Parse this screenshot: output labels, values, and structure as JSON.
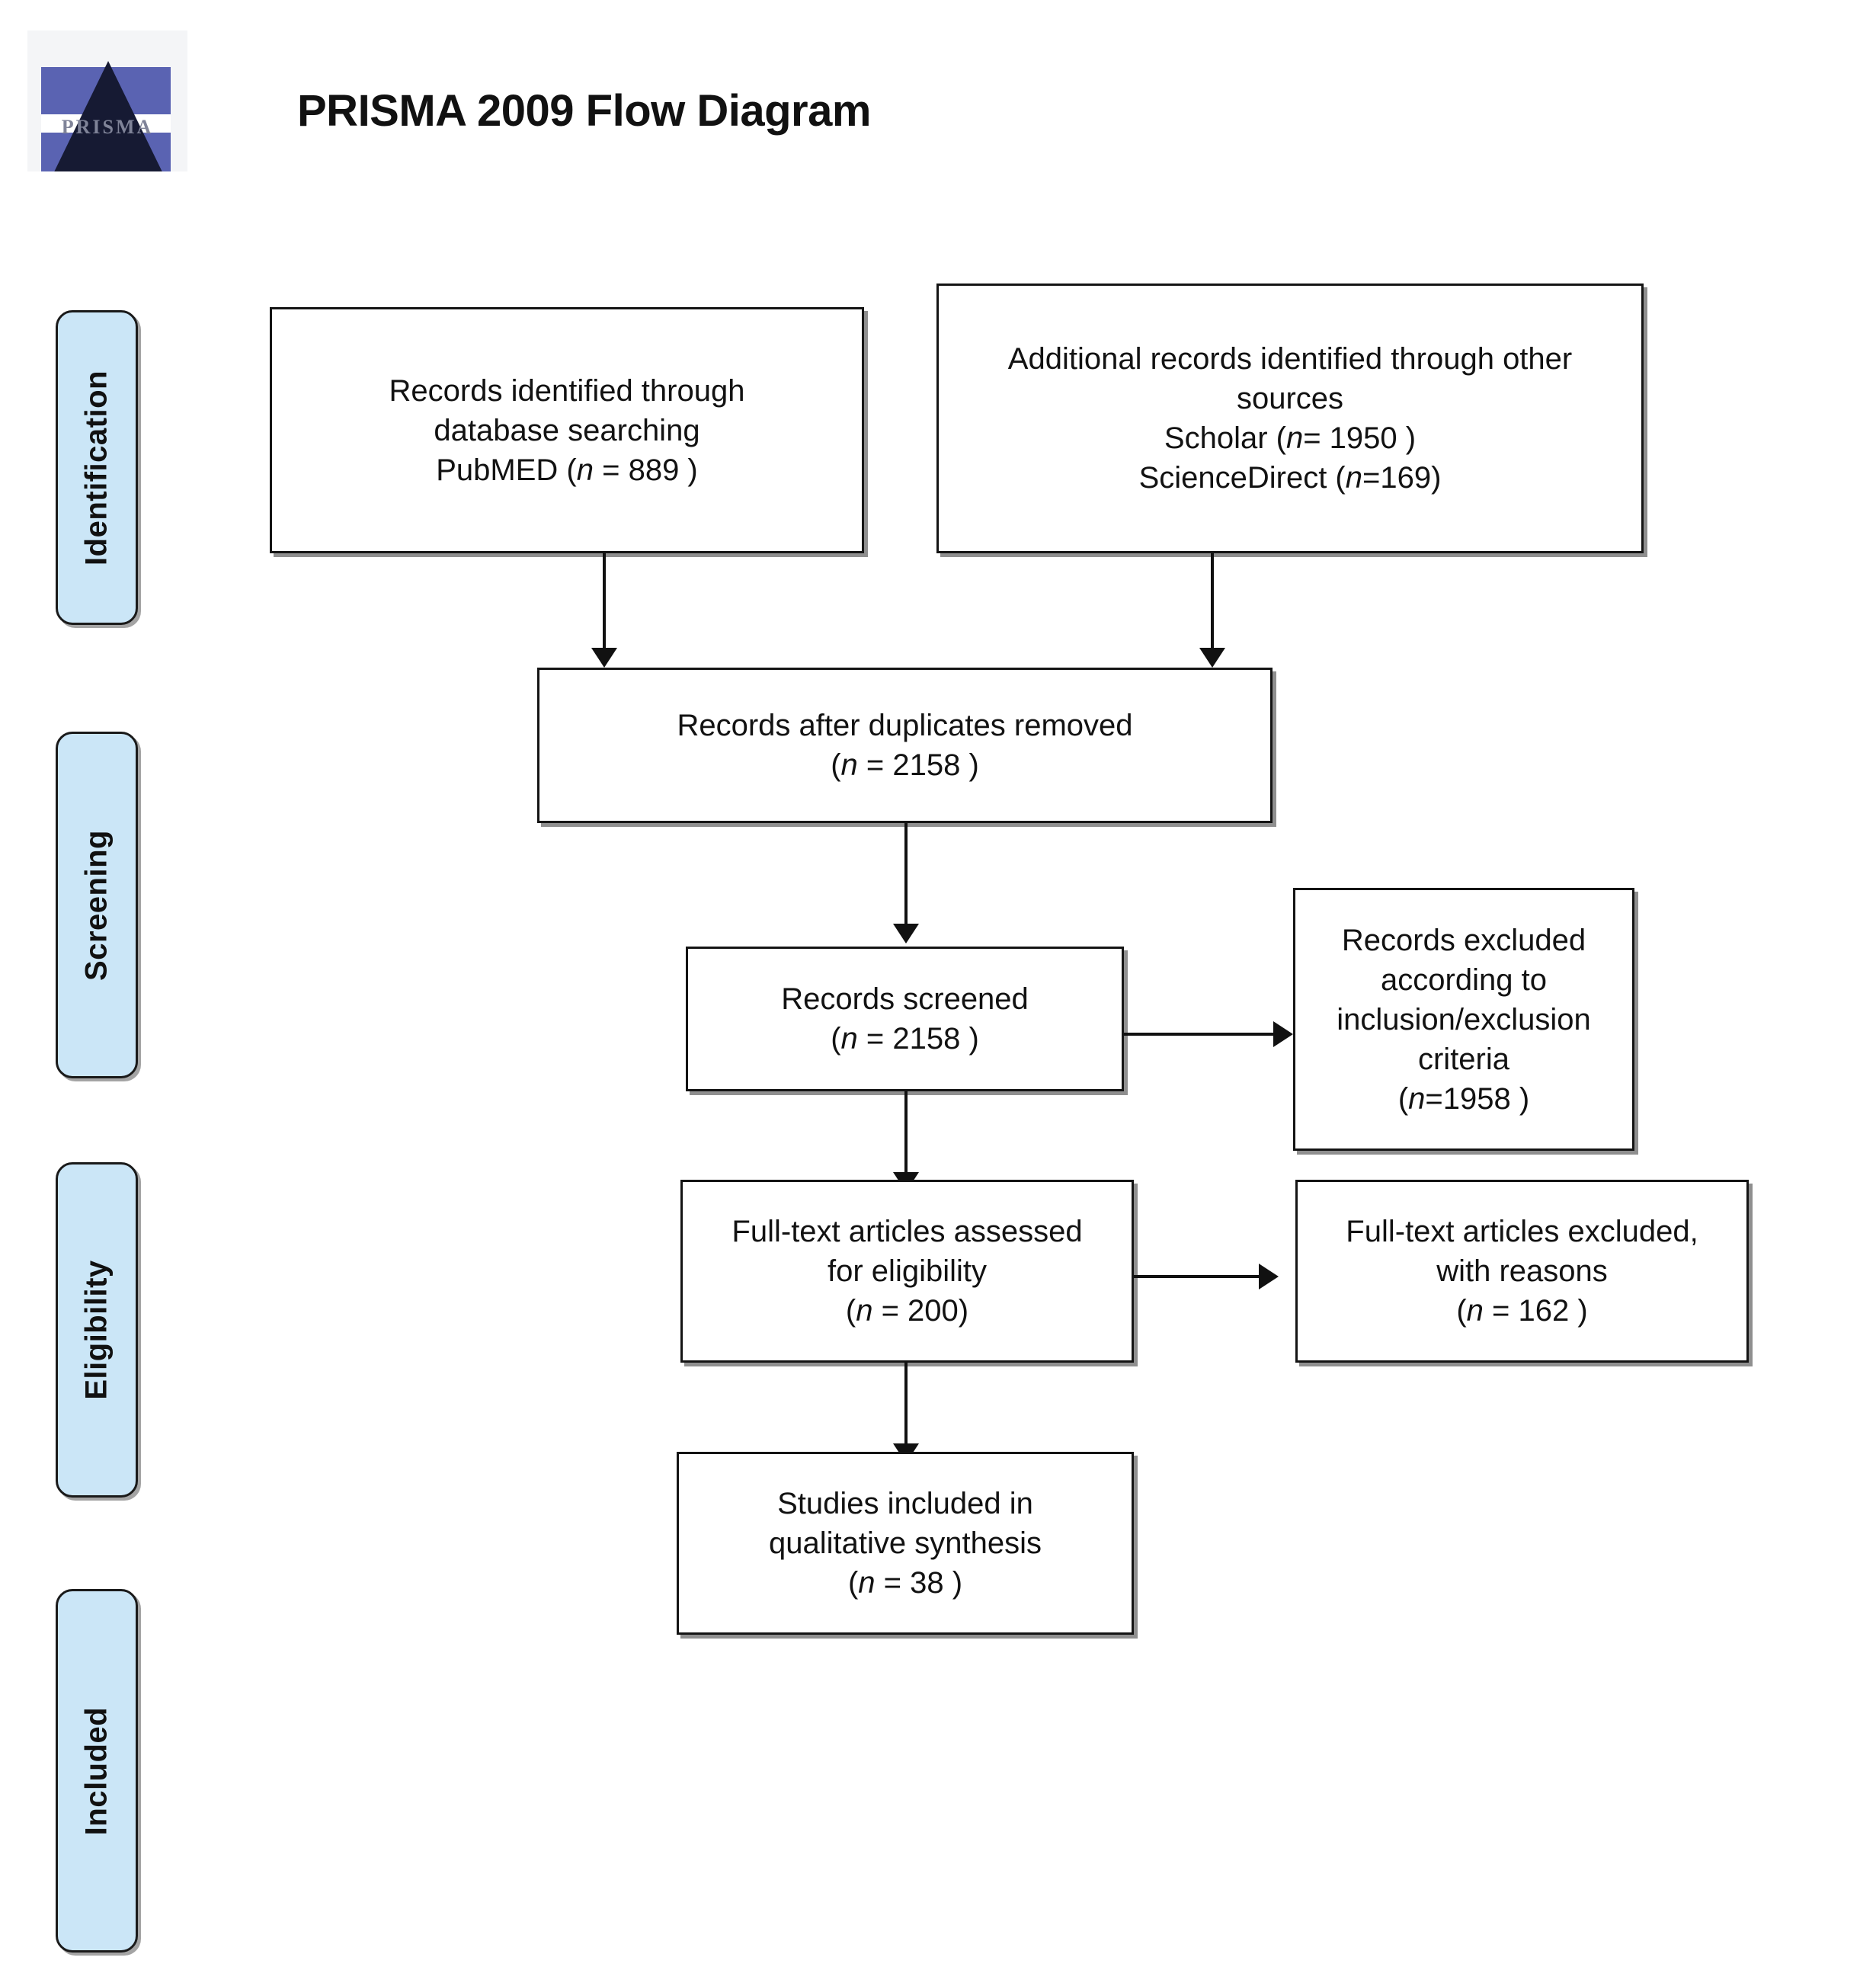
{
  "header": {
    "title": "PRISMA 2009 Flow Diagram",
    "logo_word": "PRISMA",
    "logo_name": "prisma-logo"
  },
  "colors": {
    "stage_fill": "#cbe6f7",
    "box_fill": "#ffffff",
    "stroke": "#141414",
    "shadow": "#6e6e6e",
    "logo_blue": "#5a63b2",
    "logo_prism": "#161a33"
  },
  "stages": [
    {
      "id": "identification",
      "label": "Identification"
    },
    {
      "id": "screening",
      "label": "Screening"
    },
    {
      "id": "eligibility",
      "label": "Eligibility"
    },
    {
      "id": "included",
      "label": "Included"
    }
  ],
  "boxes": {
    "db_search": {
      "line1": "Records identified through",
      "line2": "database searching",
      "line3_pre": "PubMED (",
      "line3_n": "n",
      "line3_post": " = 889  )"
    },
    "other_sources": {
      "line1": "Additional records identified through other",
      "line2": "sources",
      "line3_pre": "Scholar (",
      "line3_n": "n",
      "line3_post": "=  1950 )",
      "line4_pre": "ScienceDirect (",
      "line4_n": "n",
      "line4_post": "=169)"
    },
    "duplicates_removed": {
      "line1": "Records after duplicates removed",
      "line2_pre": "(",
      "line2_n": "n",
      "line2_post": " = 2158 )"
    },
    "records_screened": {
      "line1": "Records screened",
      "line2_pre": "(",
      "line2_n": "n",
      "line2_post": " = 2158 )"
    },
    "records_excluded": {
      "line1": "Records excluded according to",
      "line2": "inclusion/exclusion criteria",
      "line3_pre": "(",
      "line3_n": "n",
      "line3_post": "=1958 )"
    },
    "fulltext_assessed": {
      "line1": "Full-text articles assessed",
      "line2": "for eligibility",
      "line3_pre": "(",
      "line3_n": "n",
      "line3_post": " =  200)"
    },
    "fulltext_excluded": {
      "line1": "Full-text articles excluded,",
      "line2": "with reasons",
      "line3_pre": "(",
      "line3_n": "n",
      "line3_post": " =  162 )"
    },
    "studies_included": {
      "line1": "Studies included in",
      "line2": "qualitative synthesis",
      "line3_pre": "(",
      "line3_n": "n",
      "line3_post": " =  38 )"
    }
  },
  "chart_data": {
    "type": "diagram",
    "title": "PRISMA 2009 Flow Diagram",
    "nodes": [
      {
        "id": "db_search",
        "stage": "Identification",
        "label": "Records identified through database searching PubMED",
        "n": 889
      },
      {
        "id": "other_sources",
        "stage": "Identification",
        "label": "Additional records identified through other sources",
        "n_scholar": 1950,
        "n_sciencedirect": 169
      },
      {
        "id": "duplicates_removed",
        "stage": "Screening",
        "label": "Records after duplicates removed",
        "n": 2158
      },
      {
        "id": "records_screened",
        "stage": "Screening",
        "label": "Records screened",
        "n": 2158
      },
      {
        "id": "records_excluded",
        "stage": "Screening",
        "label": "Records excluded according to inclusion/exclusion criteria",
        "n": 1958
      },
      {
        "id": "fulltext_assessed",
        "stage": "Eligibility",
        "label": "Full-text articles assessed for eligibility",
        "n": 200
      },
      {
        "id": "fulltext_excluded",
        "stage": "Eligibility",
        "label": "Full-text articles excluded, with reasons",
        "n": 162
      },
      {
        "id": "studies_included",
        "stage": "Included",
        "label": "Studies included in qualitative synthesis",
        "n": 38
      }
    ],
    "edges": [
      {
        "from": "db_search",
        "to": "duplicates_removed",
        "direction": "down"
      },
      {
        "from": "other_sources",
        "to": "duplicates_removed",
        "direction": "down"
      },
      {
        "from": "duplicates_removed",
        "to": "records_screened",
        "direction": "down"
      },
      {
        "from": "records_screened",
        "to": "records_excluded",
        "direction": "right"
      },
      {
        "from": "records_screened",
        "to": "fulltext_assessed",
        "direction": "down"
      },
      {
        "from": "fulltext_assessed",
        "to": "fulltext_excluded",
        "direction": "right"
      },
      {
        "from": "fulltext_assessed",
        "to": "studies_included",
        "direction": "down"
      }
    ]
  }
}
